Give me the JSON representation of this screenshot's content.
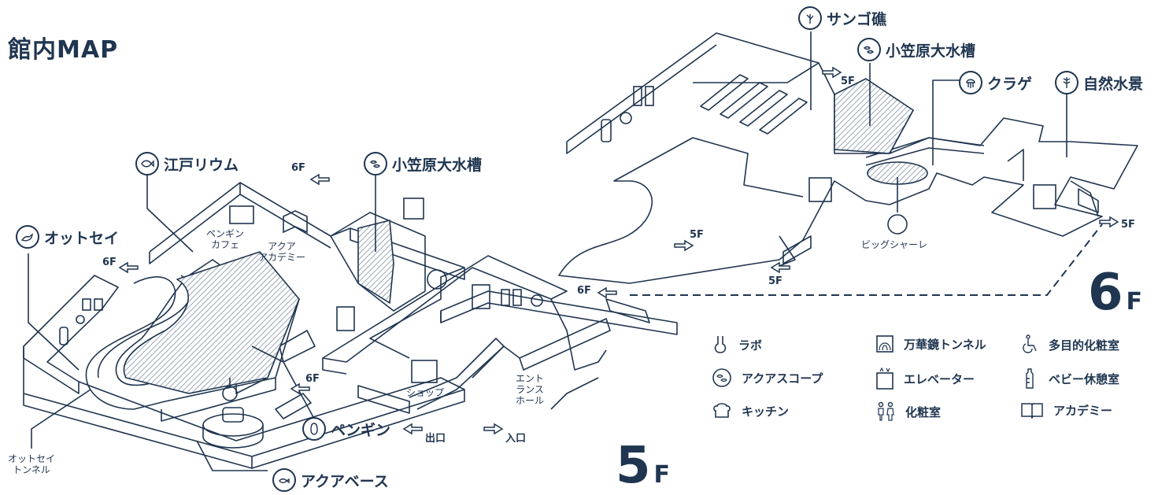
{
  "title": "館内MAP",
  "floors": {
    "f5": {
      "number": "5",
      "suffix": "F"
    },
    "f6": {
      "number": "6",
      "suffix": "F"
    }
  },
  "callouts_5f": {
    "otter": "オットセイ",
    "edo": "江戸リウム",
    "ogasawara": "小笠原大水槽",
    "penguin": "ペンギン",
    "aquabase": "アクアベース"
  },
  "callouts_6f": {
    "sango": "サンゴ礁",
    "ogasawara": "小笠原大水槽",
    "jelly": "クラゲ",
    "shizen": "自然水景"
  },
  "labels_5f": {
    "penguin_cafe_1": "ペンギン",
    "penguin_cafe_2": "カフェ",
    "academy_1": "アクア",
    "academy_2": "アカデミー",
    "shop": "ショップ",
    "entrance_1": "エント",
    "entrance_2": "ランス",
    "entrance_3": "ホール",
    "tunnel_1": "オットセイ",
    "tunnel_2": "トンネル",
    "exit": "出口",
    "enter": "入口",
    "to6f_a": "6F",
    "to6f_b": "6F",
    "to6f_c": "6F",
    "to6f_d": "6F"
  },
  "labels_6f": {
    "big_petri": "ビッグシャーレ",
    "to5f_a": "5F",
    "to5f_b": "5F",
    "to5f_c": "5F",
    "to5f_d": "5F"
  },
  "legend": [
    {
      "icon": "flask-icon",
      "label": "ラボ"
    },
    {
      "icon": "aquascope-icon",
      "label": "アクアスコープ"
    },
    {
      "icon": "chef-hat-icon",
      "label": "キッチン"
    },
    {
      "icon": "kaleidoscope-tunnel-icon",
      "label": "万華鏡トンネル"
    },
    {
      "icon": "elevator-icon",
      "label": "エレベーター"
    },
    {
      "icon": "restroom-icon",
      "label": "化粧室"
    },
    {
      "icon": "wheelchair-icon",
      "label": "多目的化粧室"
    },
    {
      "icon": "baby-bottle-icon",
      "label": "ベビー休憩室"
    },
    {
      "icon": "book-icon",
      "label": "アカデミー"
    }
  ],
  "colors": {
    "line": "#1f3550",
    "fill_hatch": "#b9c2cc",
    "background": "#ffffff"
  }
}
